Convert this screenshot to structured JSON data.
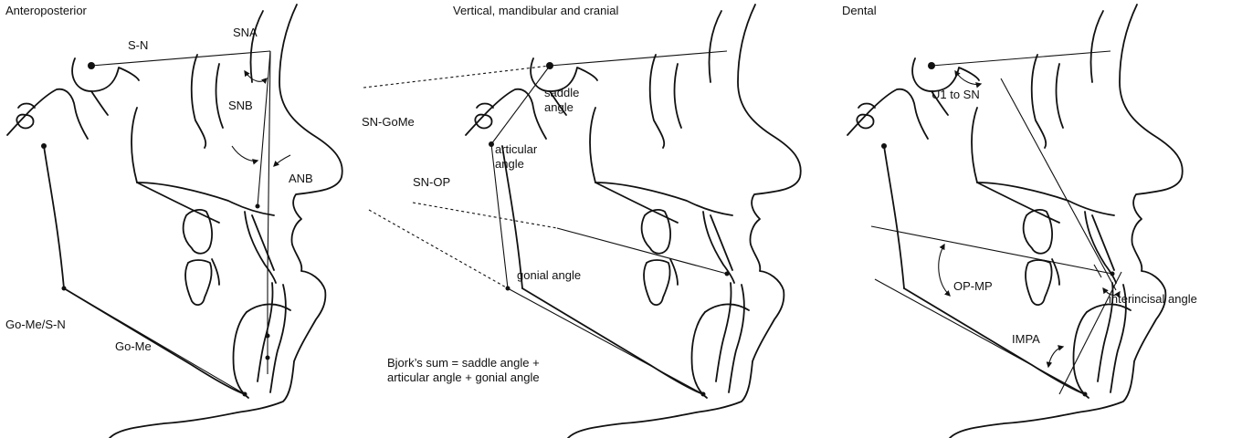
{
  "panels": [
    {
      "title": "Anteroposterior",
      "labels": {
        "sn": "S-N",
        "sna": "SNA",
        "snb": "SNB",
        "anb": "ANB",
        "gome_sn": "Go-Me/S-N",
        "gome": "Go-Me"
      }
    },
    {
      "title": "Vertical, mandibular and cranial",
      "labels": {
        "sn_gome": "SN-GoMe",
        "saddle_1": "saddle",
        "saddle_2": "angle",
        "articular_1": "articular",
        "articular_2": "angle",
        "sn_op": "SN-OP",
        "gonial": "gonial angle",
        "bjork_1": "Bjork’s sum = saddle angle +",
        "bjork_2": "articular angle + gonial angle"
      }
    },
    {
      "title": "Dental",
      "labels": {
        "u1_sn": "U1 to SN",
        "op_mp": "OP-MP",
        "interincisal": "interincisal angle",
        "impa": "IMPA"
      }
    }
  ]
}
